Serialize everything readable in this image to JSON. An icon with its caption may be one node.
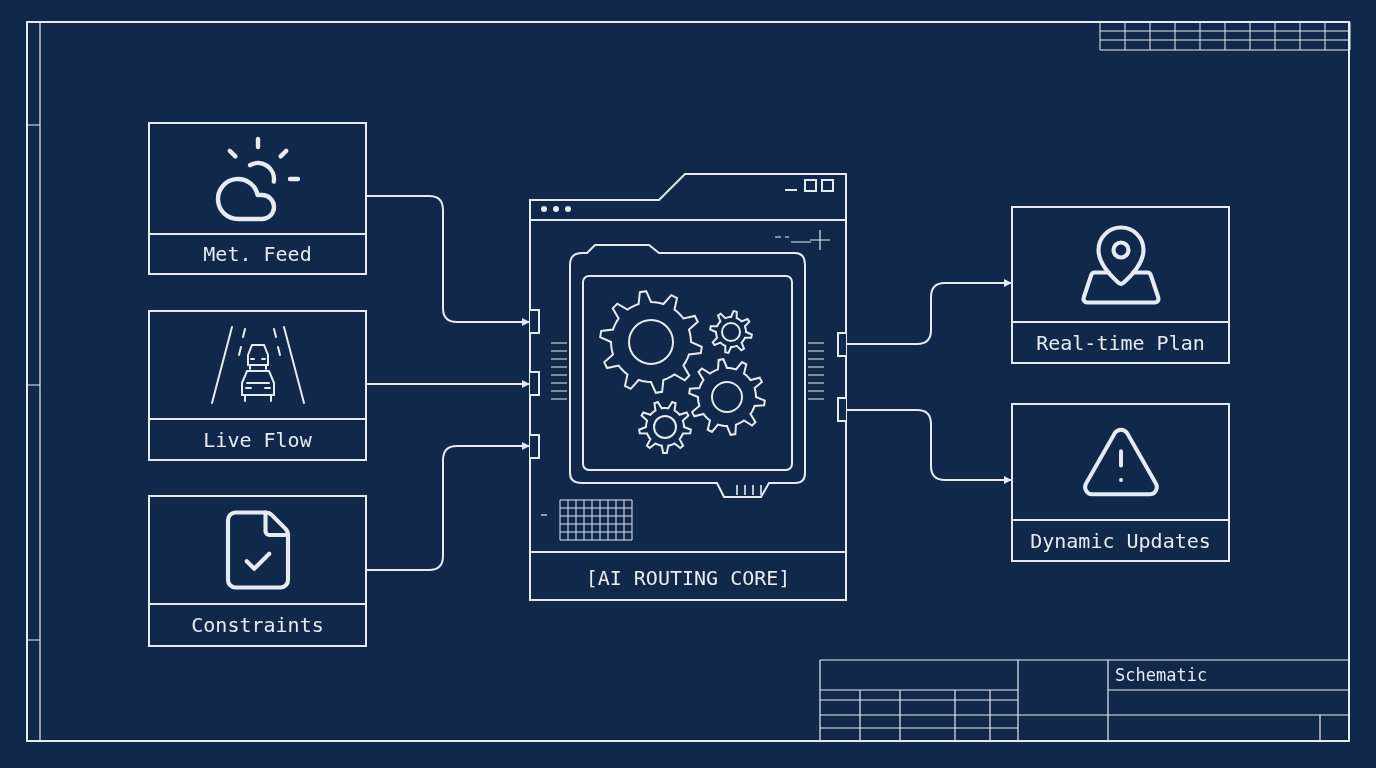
{
  "diagram": {
    "nodes": [
      {
        "text": [
          "Met. Feed"
        ]
      },
      {
        "text": [
          "Live Flow"
        ]
      },
      {
        "text": [
          "Constraints"
        ]
      },
      {
        "text": [
          "[AI ROUTING CORE]"
        ]
      },
      {
        "text": [
          "Real-time Plan"
        ]
      },
      {
        "text": [
          "Dynamic Updates"
        ]
      }
    ],
    "edges": [
      {
        "from": 0,
        "to": 3,
        "arrow": "to"
      },
      {
        "from": 1,
        "to": 3,
        "arrow": "to"
      },
      {
        "from": 2,
        "to": 3,
        "arrow": "to"
      },
      {
        "from": 3,
        "to": 4,
        "arrow": "to"
      },
      {
        "from": 3,
        "to": 5,
        "arrow": "to"
      }
    ],
    "labels": [
      "Schematic"
    ]
  }
}
